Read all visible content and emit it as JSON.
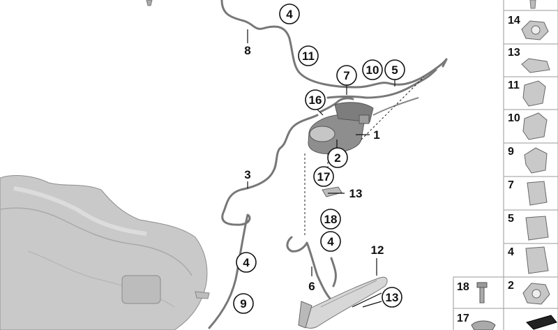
{
  "diagram": {
    "callouts": [
      {
        "id": "c4a",
        "label": "4",
        "circled": true
      },
      {
        "id": "c8",
        "label": "8",
        "circled": false
      },
      {
        "id": "c11",
        "label": "11",
        "circled": true
      },
      {
        "id": "c7",
        "label": "7",
        "circled": true
      },
      {
        "id": "c10",
        "label": "10",
        "circled": true
      },
      {
        "id": "c5",
        "label": "5",
        "circled": true
      },
      {
        "id": "c16",
        "label": "16",
        "circled": true
      },
      {
        "id": "c1",
        "label": "1",
        "circled": false
      },
      {
        "id": "c2",
        "label": "2",
        "circled": true
      },
      {
        "id": "c3",
        "label": "3",
        "circled": false
      },
      {
        "id": "c17",
        "label": "17",
        "circled": true
      },
      {
        "id": "c13a",
        "label": "13",
        "circled": false
      },
      {
        "id": "c18",
        "label": "18",
        "circled": true
      },
      {
        "id": "c4b",
        "label": "4",
        "circled": true
      },
      {
        "id": "c12",
        "label": "12",
        "circled": false
      },
      {
        "id": "c4c",
        "label": "4",
        "circled": true
      },
      {
        "id": "c6",
        "label": "6",
        "circled": false
      },
      {
        "id": "c13b",
        "label": "13",
        "circled": true
      },
      {
        "id": "c9",
        "label": "9",
        "circled": true
      }
    ],
    "sidebar_parts": [
      "14",
      "13",
      "11",
      "10",
      "9",
      "7",
      "5",
      "4",
      "2"
    ],
    "bottom_parts": [
      "18",
      "17"
    ]
  }
}
